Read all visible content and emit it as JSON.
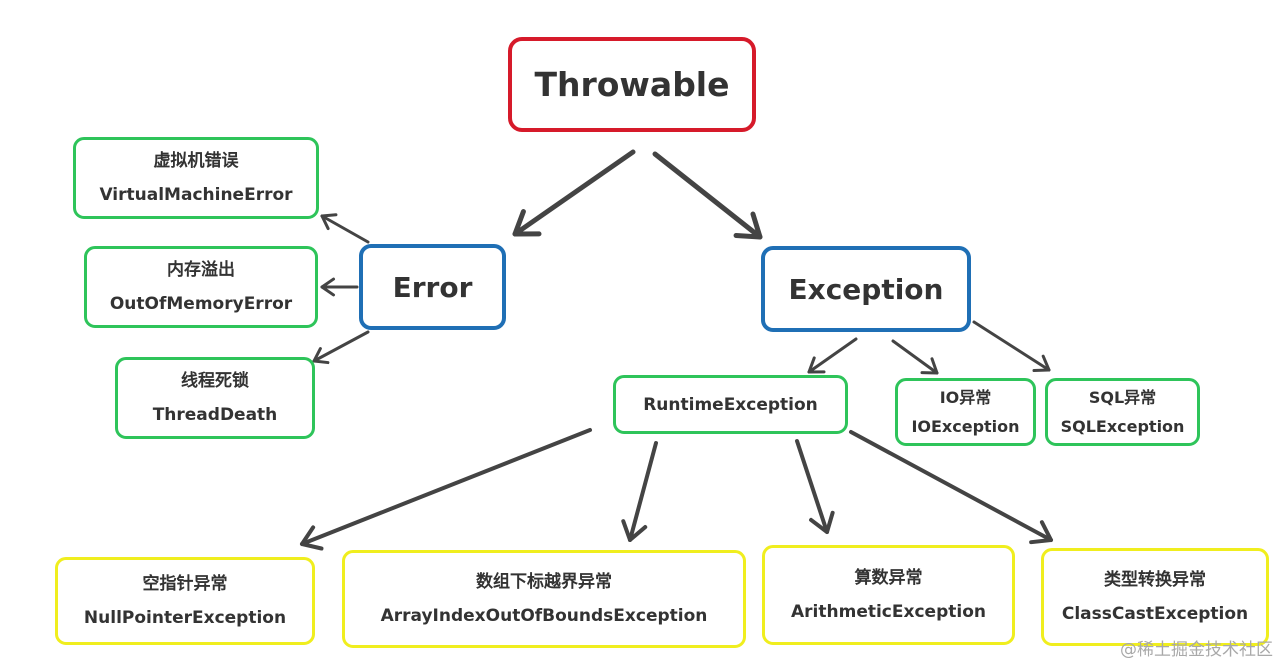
{
  "root": {
    "label": "Throwable"
  },
  "error": {
    "label": "Error",
    "children": [
      {
        "cn": "虚拟机错误",
        "en": "VirtualMachineError"
      },
      {
        "cn": "内存溢出",
        "en": "OutOfMemoryError"
      },
      {
        "cn": "线程死锁",
        "en": "ThreadDeath"
      }
    ]
  },
  "exception": {
    "label": "Exception",
    "runtime": {
      "label": "RuntimeException"
    },
    "checked": [
      {
        "cn": "IO异常",
        "en": "IOException"
      },
      {
        "cn": "SQL异常",
        "en": "SQLException"
      }
    ]
  },
  "runtime_children": [
    {
      "cn": "空指针异常",
      "en": "NullPointerException"
    },
    {
      "cn": "数组下标越界异常",
      "en": "ArrayIndexOutOfBoundsException"
    },
    {
      "cn": "算数异常",
      "en": "ArithmeticException"
    },
    {
      "cn": "类型转换异常",
      "en": "ClassCastException"
    }
  ],
  "watermark": "@稀土掘金技术社区",
  "colors": {
    "root_border": "#d61a2a",
    "class_border": "#1f6fb5",
    "leaf_border": "#2ec45a",
    "runtime_leaf_border": "#f0ee1e",
    "arrow": "#444444"
  }
}
